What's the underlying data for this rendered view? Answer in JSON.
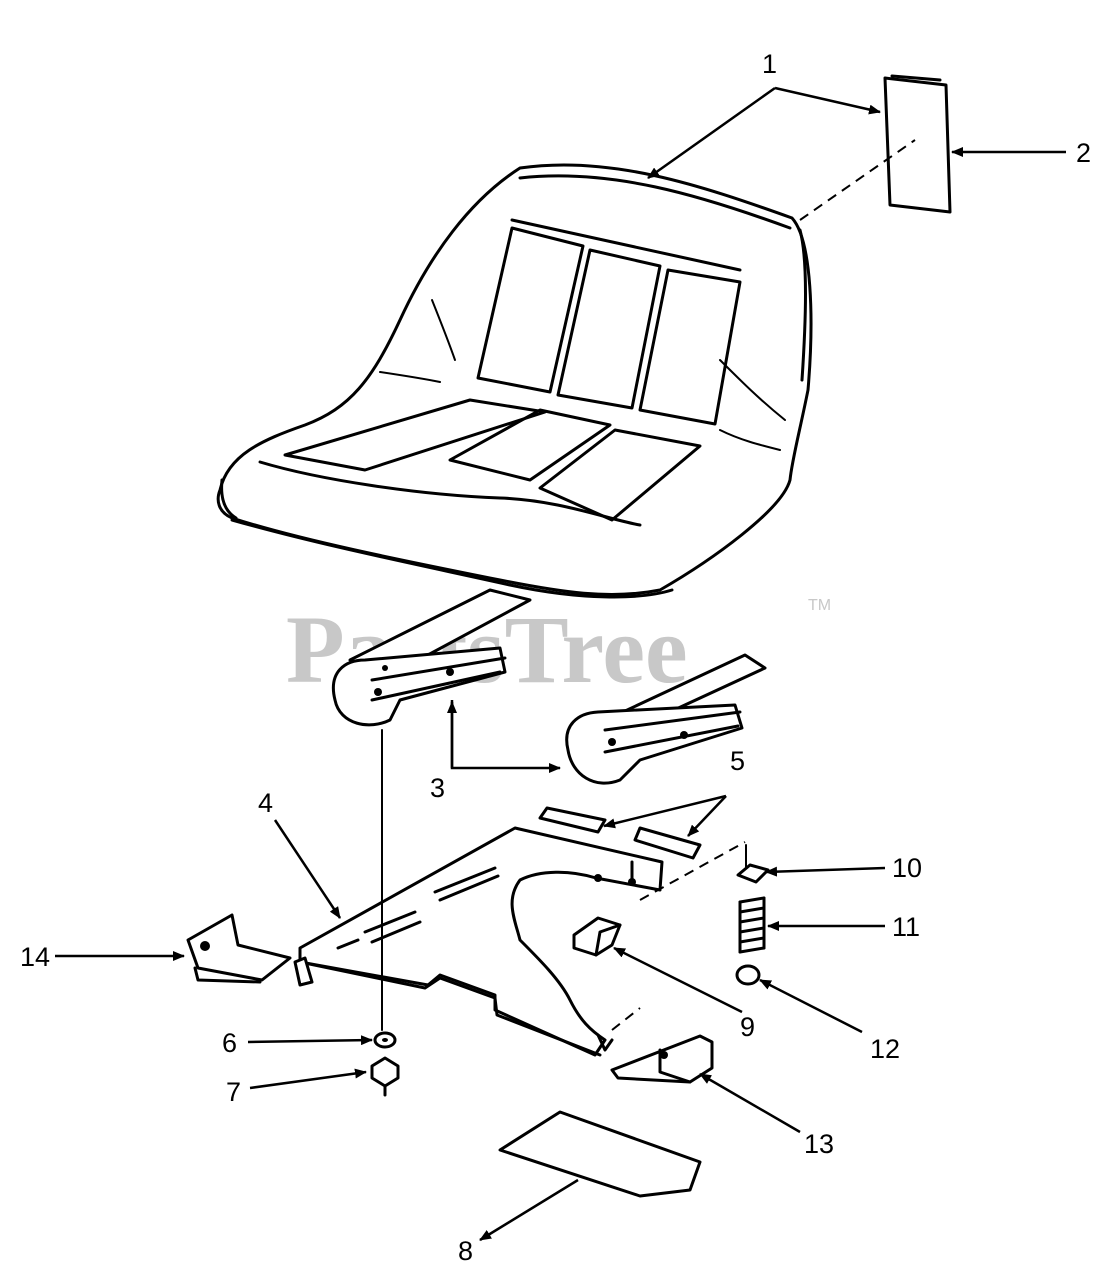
{
  "watermark": {
    "brand": "PartsTree",
    "trademark": "TM"
  },
  "callouts": [
    "1",
    "2",
    "3",
    "4",
    "5",
    "6",
    "7",
    "8",
    "9",
    "10",
    "11",
    "12",
    "13",
    "14"
  ],
  "colors": {
    "line": "#000000",
    "background": "#ffffff",
    "watermark": "#c8c8c8"
  }
}
